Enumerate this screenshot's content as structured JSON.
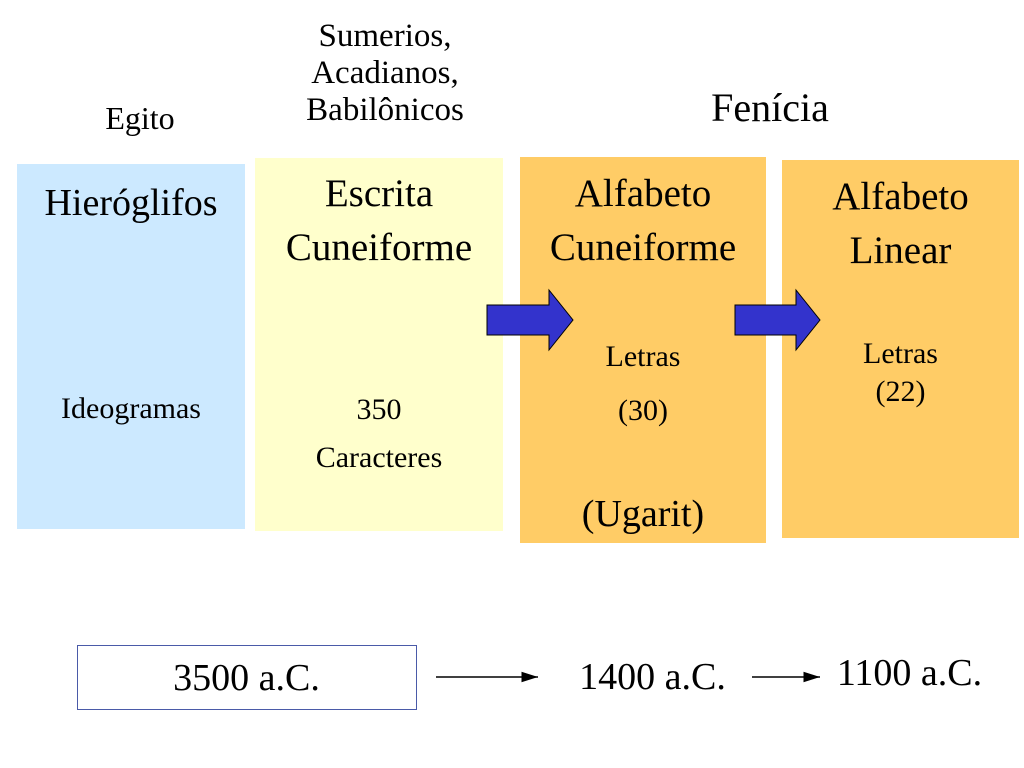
{
  "regions": {
    "egypt": "Egito",
    "mesopotamia": [
      "Sumerios,",
      "Acadianos,",
      "Babilônicos"
    ],
    "phoenicia": "Fenícia"
  },
  "boxes": {
    "egypt": {
      "title": [
        "Hieróglifos"
      ],
      "body": [
        "Ideogramas"
      ],
      "color": "#cce9ff"
    },
    "sumer": {
      "title": [
        "Escrita",
        "Cuneiforme"
      ],
      "body": [
        "350",
        "Caracteres"
      ],
      "color": "#ffffcc"
    },
    "ugarit": {
      "title": [
        "Alfabeto",
        "Cuneiforme"
      ],
      "body": [
        "Letras",
        "(30)"
      ],
      "note": "(Ugarit)",
      "color": "#ffcc66"
    },
    "phoenicia": {
      "title": [
        "Alfabeto",
        "Linear"
      ],
      "body": [
        "Letras",
        "(22)"
      ],
      "color": "#ffcc66"
    }
  },
  "arrow_color": "#3333cc",
  "timeline": {
    "dates": [
      "3500 a.C.",
      "1400 a.C.",
      "1100 a.C."
    ]
  }
}
